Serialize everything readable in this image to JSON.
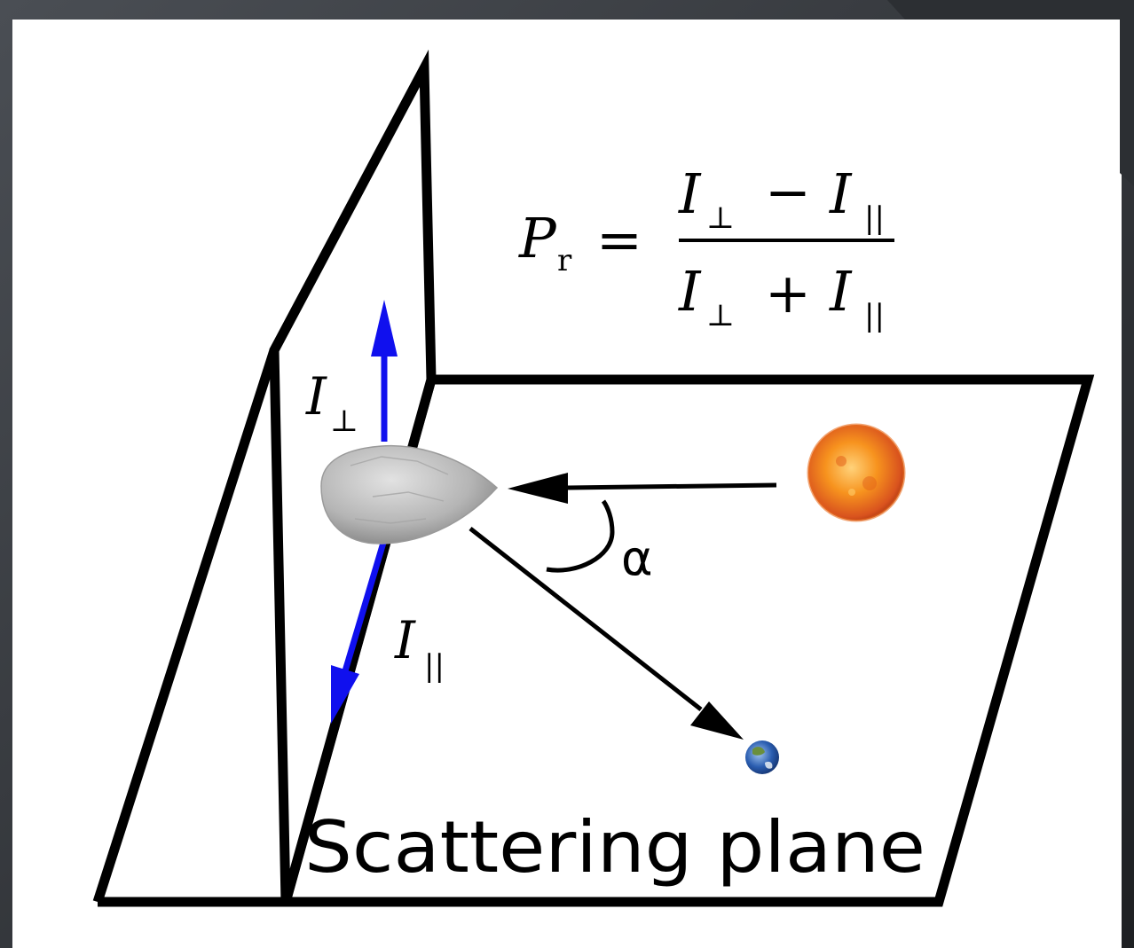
{
  "equation": {
    "lhs_symbol": "P",
    "lhs_subscript": "r",
    "equals": "=",
    "numerator_I1": "I",
    "numerator_sub1": "⊥",
    "numerator_op": "−",
    "numerator_I2": "I",
    "numerator_sub2": "||",
    "denominator_I1": "I",
    "denominator_sub1": "⊥",
    "denominator_op": "+",
    "denominator_I2": "I",
    "denominator_sub2": "||"
  },
  "labels": {
    "i_perp_symbol": "I",
    "i_perp_sub": "⊥",
    "i_par_symbol": "I",
    "i_par_sub": "||",
    "phase_angle": "α",
    "scattering_plane": "Scattering plane"
  },
  "colors": {
    "polarization_arrow": "#1010ee",
    "plane_outline": "#000000",
    "background": "#ffffff",
    "frame_dark": "#2c2f33",
    "sun_core": "#f7931e",
    "sun_edge": "#c2410c",
    "asteroid": "#b9b9b9",
    "earth_ocean": "#2a5db0"
  },
  "icons": {
    "sun": "sun-icon",
    "earth": "earth-icon",
    "asteroid": "asteroid-icon"
  }
}
